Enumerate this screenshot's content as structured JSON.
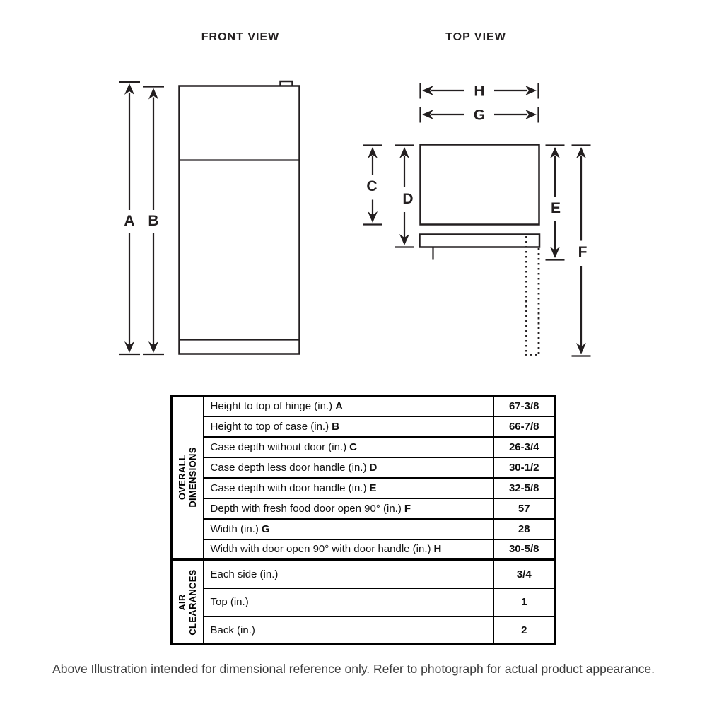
{
  "colors": {
    "ink": "#231f20",
    "background": "#ffffff"
  },
  "front_view": {
    "title": "FRONT VIEW",
    "labels": {
      "a": "A",
      "b": "B"
    }
  },
  "top_view": {
    "title": "TOP VIEW",
    "labels": {
      "c": "C",
      "d": "D",
      "e": "E",
      "f": "F",
      "g": "G",
      "h": "H"
    }
  },
  "table": {
    "sections": [
      {
        "header_lines": [
          "OVERALL",
          "DIMENSIONS"
        ],
        "rows": [
          {
            "label": "Height to top of hinge (in.)",
            "key": "A",
            "value": "67-3/8"
          },
          {
            "label": "Height to top of case (in.)",
            "key": "B",
            "value": "66-7/8"
          },
          {
            "label": "Case depth without door (in.)",
            "key": "C",
            "value": "26-3/4"
          },
          {
            "label": "Case depth less door handle (in.)",
            "key": "D",
            "value": "30-1/2"
          },
          {
            "label": "Case depth with door handle (in.)",
            "key": "E",
            "value": "32-5/8"
          },
          {
            "label": "Depth with fresh food door open 90° (in.)",
            "key": "F",
            "value": "57"
          },
          {
            "label": "Width (in.)",
            "key": "G",
            "value": "28"
          },
          {
            "label": "Width with door open 90° with door handle (in.)",
            "key": "H",
            "value": "30-5/8"
          }
        ]
      },
      {
        "header_lines": [
          "AIR",
          "CLEARANCES"
        ],
        "rows": [
          {
            "label": "Each side (in.)",
            "key": "",
            "value": "3/4"
          },
          {
            "label": "Top (in.)",
            "key": "",
            "value": "1"
          },
          {
            "label": "Back (in.)",
            "key": "",
            "value": "2"
          }
        ]
      }
    ]
  },
  "footnote": "Above Illustration intended for dimensional reference only. Refer to photograph for actual product appearance."
}
